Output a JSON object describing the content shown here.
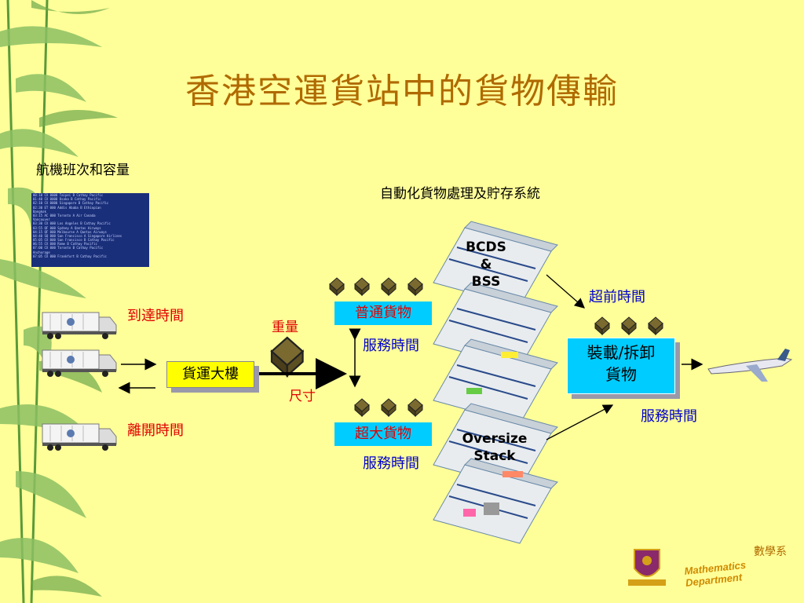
{
  "slide": {
    "title": "香港空運貨站中的貨物傳輸",
    "flights_label": "航機班次和容量",
    "auto_system_label": "自動化貨物處理及貯存系統",
    "arrival_time": "到達時間",
    "departure_time": "離開時間",
    "terminal_box": "貨運大樓",
    "weight": "重量",
    "size": "尺寸",
    "general_cargo": "普通貨物",
    "oversize_cargo": "超大貨物",
    "service_time_general": "服務時間",
    "service_time_oversize": "服務時間",
    "service_time_load": "服務時間",
    "advance_time": "超前時間",
    "load_unload_line1": "裝載/拆卸",
    "load_unload_line2": "貨物",
    "bcds_line1": "BCDS",
    "bcds_line2": "&",
    "bcds_line3": "BSS",
    "oversize_line1": "Oversize",
    "oversize_line2": "Stack",
    "logo_chinese": "數學系",
    "logo_english": "Mathematics Department"
  },
  "colors": {
    "background": "#ffff99",
    "title": "#b06a00",
    "red_text": "#e00000",
    "blue_text": "#0000cc",
    "cyan_box": "#00ccff",
    "yellow_box": "#ffff00"
  },
  "icons": [
    "bamboo-decoration",
    "truck-icon",
    "cargo-pallet-icon",
    "airplane-icon",
    "university-crest-icon"
  ]
}
